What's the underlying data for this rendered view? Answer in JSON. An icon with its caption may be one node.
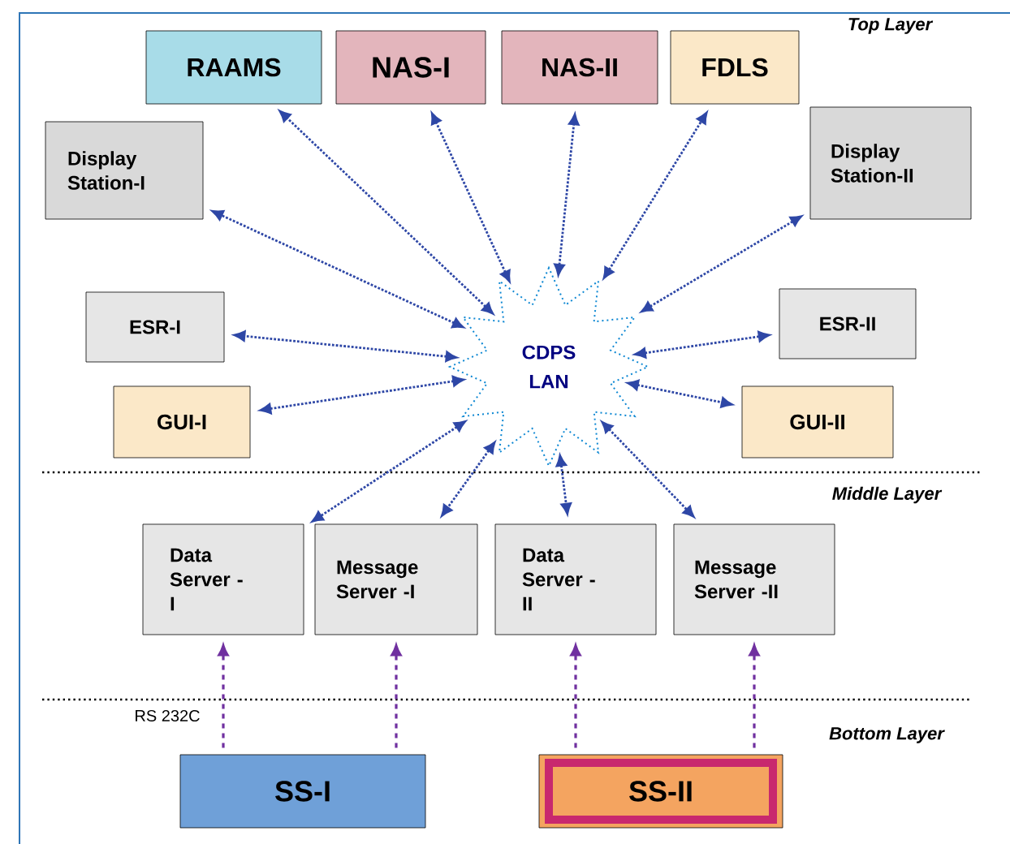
{
  "diagram": {
    "nodes": [
      {
        "text": [
          "RAAMS"
        ]
      },
      {
        "text": [
          "NAS-I"
        ]
      },
      {
        "text": [
          "NAS-II"
        ]
      },
      {
        "text": [
          "FDLS"
        ]
      },
      {
        "text": [
          "Display Station-I"
        ]
      },
      {
        "text": [
          "Display Station-II"
        ]
      },
      {
        "text": [
          "ESR-I"
        ]
      },
      {
        "text": [
          "ESR-II"
        ]
      },
      {
        "text": [
          "GUI-I"
        ]
      },
      {
        "text": [
          "GUI-II"
        ]
      },
      {
        "text": [
          "CDPS LAN"
        ]
      },
      {
        "text": [
          "Data Server -I"
        ]
      },
      {
        "text": [
          "Message Server -I"
        ]
      },
      {
        "text": [
          "Data Server -II"
        ]
      },
      {
        "text": [
          "Message Server -II"
        ]
      },
      {
        "text": [
          "SS-I"
        ]
      },
      {
        "text": [
          "SS-II"
        ]
      }
    ],
    "edges": [
      {
        "from": 10,
        "to": 0,
        "arrow": "both"
      },
      {
        "from": 10,
        "to": 1,
        "arrow": "both"
      },
      {
        "from": 10,
        "to": 2,
        "arrow": "both"
      },
      {
        "from": 10,
        "to": 3,
        "arrow": "both"
      },
      {
        "from": 10,
        "to": 4,
        "arrow": "both"
      },
      {
        "from": 10,
        "to": 5,
        "arrow": "both"
      },
      {
        "from": 10,
        "to": 6,
        "arrow": "both"
      },
      {
        "from": 10,
        "to": 7,
        "arrow": "both"
      },
      {
        "from": 10,
        "to": 8,
        "arrow": "both"
      },
      {
        "from": 10,
        "to": 9,
        "arrow": "both"
      },
      {
        "from": 10,
        "to": 11,
        "arrow": "both"
      },
      {
        "from": 10,
        "to": 12,
        "arrow": "both"
      },
      {
        "from": 10,
        "to": 13,
        "arrow": "both"
      },
      {
        "from": 10,
        "to": 14,
        "arrow": "both"
      },
      {
        "from": 15,
        "to": 11,
        "arrow": "to",
        "style": "dashed",
        "color": "#7030a0"
      },
      {
        "from": 15,
        "to": 12,
        "arrow": "to",
        "style": "dashed",
        "color": "#7030a0"
      },
      {
        "from": 16,
        "to": 13,
        "arrow": "to",
        "style": "dashed",
        "color": "#7030a0"
      },
      {
        "from": 16,
        "to": 14,
        "arrow": "to",
        "style": "dashed",
        "color": "#7030a0"
      }
    ],
    "labels": [
      "Top Layer",
      "Middle Layer",
      "Bottom Layer",
      "RS 232C"
    ]
  }
}
